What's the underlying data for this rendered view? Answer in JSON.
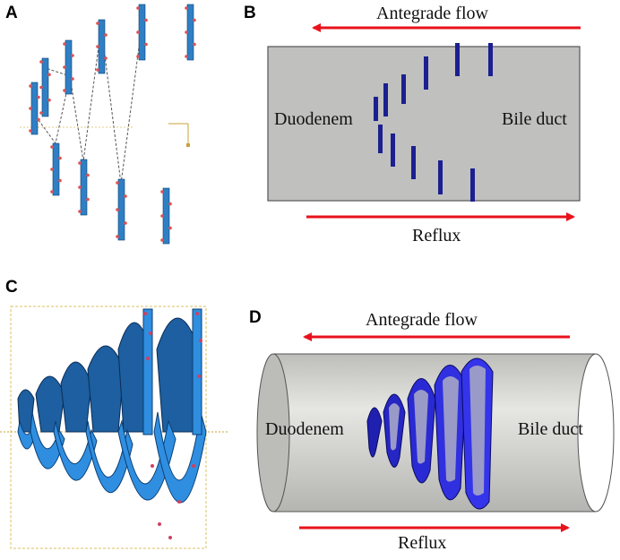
{
  "panels": {
    "a": {
      "letter": "A"
    },
    "b": {
      "letter": "B",
      "top_arrow_label": "Antegrade flow",
      "bottom_arrow_label": "Reflux",
      "left_label": "Duodenem",
      "right_label": "Bile duct"
    },
    "c": {
      "letter": "C"
    },
    "d": {
      "letter": "D",
      "top_arrow_label": "Antegrade flow",
      "bottom_arrow_label": "Reflux",
      "left_label": "Duodenem",
      "right_label": "Bile duct"
    }
  },
  "colors": {
    "arrow": "#e8121b",
    "box_fill": "#c0c0bf",
    "blade": "#1c1f8f",
    "helix_dark": "#1d5fa0",
    "helix_light": "#2f8ee0",
    "tube": "#d6d6d3",
    "coil": "#2424c8"
  }
}
